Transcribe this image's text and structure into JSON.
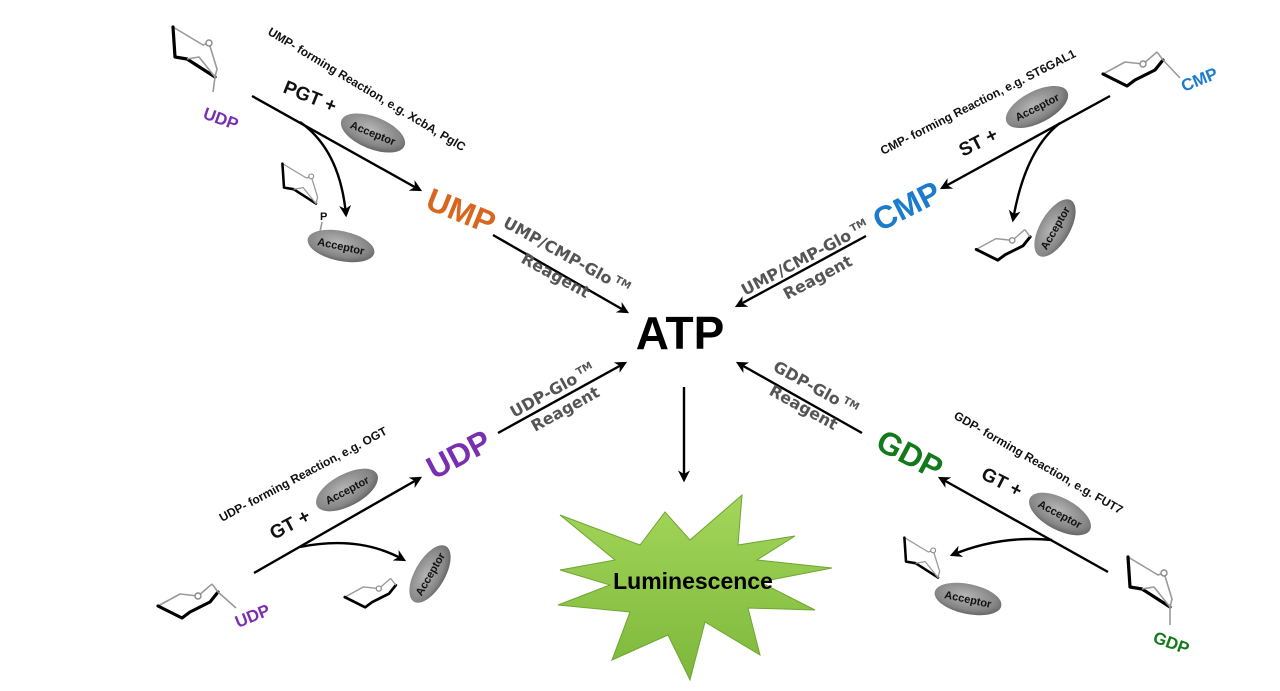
{
  "center": {
    "atp_label": "ATP",
    "output_label": "Luminescence"
  },
  "colors": {
    "ump": "#d9661f",
    "cmp": "#1c7ccc",
    "udp": "#7a2fb0",
    "gdp": "#137a1b",
    "starburst": "#8cc63f",
    "reagent_text": "#555555",
    "acceptor": "#8a8a8a"
  },
  "acceptor_label": "Acceptor",
  "phosphate_label": "P",
  "branches": {
    "ump": {
      "reaction_title": "UMP- forming Reaction, e.g. XcbA, PglC",
      "enzyme": "PGT +",
      "donor_label": "UDP",
      "product_label": "UMP",
      "reagent_line1": "UMP/CMP-Glo",
      "reagent_line2": "Reagent",
      "tm": "TM"
    },
    "cmp": {
      "reaction_title": "CMP- forming Reaction, e.g. ST6GAL1",
      "enzyme": "ST +",
      "donor_label": "CMP",
      "product_label": "CMP",
      "reagent_line1": "UMP/CMP-Glo",
      "reagent_line2": "Reagent",
      "tm": "TM"
    },
    "udp": {
      "reaction_title": "UDP- forming Reaction, e.g. OGT",
      "enzyme": "GT +",
      "donor_label": "UDP",
      "product_label": "UDP",
      "reagent_line1": "UDP-Glo",
      "reagent_line2": "Reagent",
      "tm": "TM"
    },
    "gdp": {
      "reaction_title": "GDP- forming Reaction, e.g. FUT7",
      "enzyme": "GT +",
      "donor_label": "GDP",
      "product_label": "GDP",
      "reagent_line1": "GDP-Glo",
      "reagent_line2": "Reagent",
      "tm": "TM"
    }
  }
}
